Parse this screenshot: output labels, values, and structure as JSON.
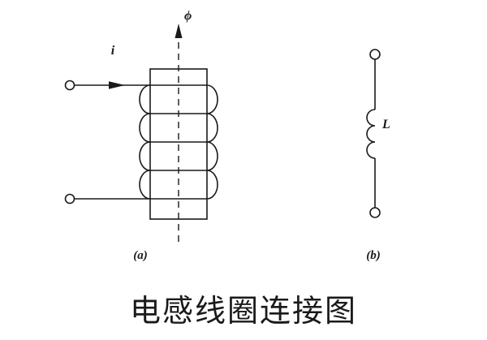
{
  "caption": "电感线圈连接图",
  "colors": {
    "ink": "#1a1a1a",
    "background": "#ffffff"
  },
  "diagram_a": {
    "label": "(a)",
    "current_label": "i",
    "flux_label": "ϕ"
  },
  "diagram_b": {
    "label": "(b)",
    "inductance_label": "L"
  }
}
